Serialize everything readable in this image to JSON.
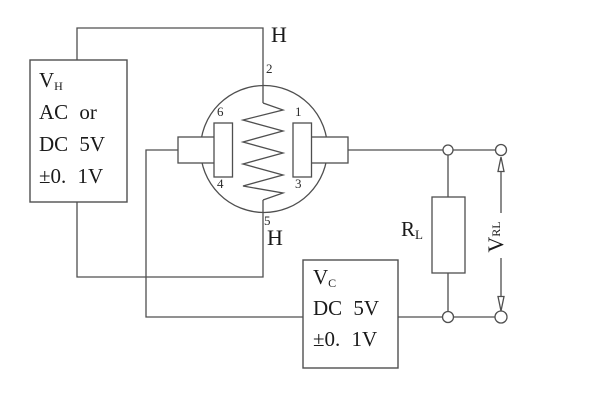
{
  "colors": {
    "line": "#4f4f4f",
    "text": "#1a1a1a",
    "background": "#ffffff"
  },
  "vh_box": {
    "label_main": "V",
    "label_sub": "H",
    "lines": [
      "AC or",
      "DC 5V",
      "±0. 1V"
    ]
  },
  "vc_box": {
    "label_main": "V",
    "label_sub": "C",
    "lines": [
      "DC 5V",
      "±0. 1V"
    ]
  },
  "sensor": {
    "heater_label_top": "H",
    "heater_label_bottom": "H",
    "pin_top": "2",
    "pin_bottom": "5",
    "pin_left_top": "6",
    "pin_left_bottom": "4",
    "pin_right_top": "1",
    "pin_right_bottom": "3"
  },
  "load_resistor": {
    "label_main": "R",
    "label_sub": "L"
  },
  "output_voltage": {
    "label_main": "V",
    "label_sub": "RL"
  }
}
